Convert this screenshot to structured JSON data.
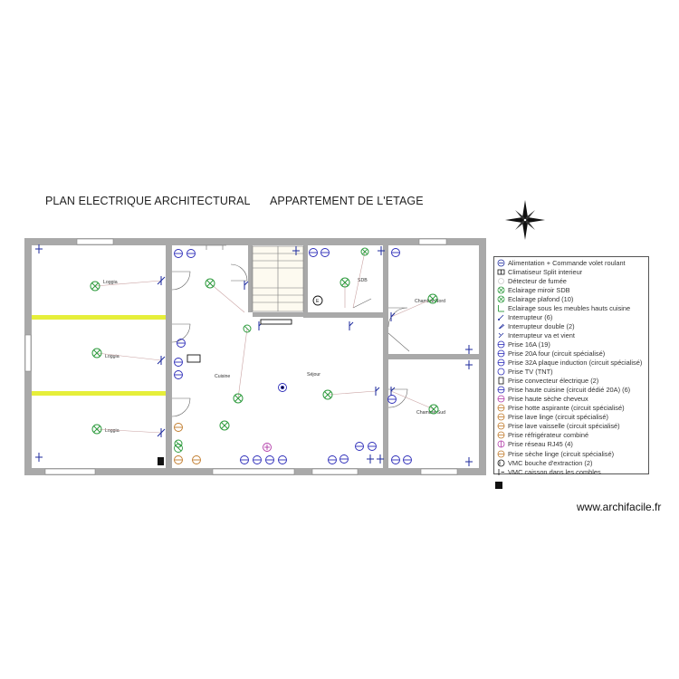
{
  "titles": {
    "left": "PLAN ELECTRIQUE ARCHITECTURAL",
    "right": "APPARTEMENT DE L'ETAGE"
  },
  "rooms": {
    "loggia_1": "Loggia",
    "loggia_2": "Loggia",
    "loggia_3": "Loggia",
    "cuisine": "Cuisine",
    "sejour": "Séjour",
    "sdb": "SDB",
    "chambre_nord": "Chambre Nord",
    "chambre_sud": "Chambre Sud"
  },
  "colors": {
    "wall": "#a9a9a9",
    "light_fixture": "#2e9b3e",
    "switch": "#1c2a9e",
    "socket": "#2a2ab8",
    "special_socket": "#b23aa8",
    "highlight": "#e6ef3a",
    "oven_socket": "#c07a2a"
  },
  "compass": {
    "icon": "compass-rose-icon"
  },
  "legend": {
    "items": [
      {
        "label": "Alimentation + Commande volet roulant",
        "icon": "shutter-supply-icon"
      },
      {
        "label": "Climatiseur Split interieur",
        "icon": "split-ac-icon"
      },
      {
        "label": "Détecteur de fumée",
        "icon": "smoke-detector-icon"
      },
      {
        "label": "Eclairage miroir SDB",
        "icon": "mirror-light-icon"
      },
      {
        "label": "Eclairage plafond (10)",
        "icon": "ceiling-light-icon"
      },
      {
        "label": "Eclairage sous les meubles hauts cuisine",
        "icon": "under-cabinet-light-icon"
      },
      {
        "label": "Interrupteur (6)",
        "icon": "switch-icon"
      },
      {
        "label": "Interrupteur double (2)",
        "icon": "double-switch-icon"
      },
      {
        "label": "Interrupteur va et vient",
        "icon": "two-way-switch-icon"
      },
      {
        "label": "Prise 16A (19)",
        "icon": "socket-16a-icon"
      },
      {
        "label": "Prise 20A four (circuit spécialisé)",
        "icon": "oven-socket-icon"
      },
      {
        "label": "Prise 32A plaque induction (circuit spécialisé)",
        "icon": "induction-socket-icon"
      },
      {
        "label": "Prise TV (TNT)",
        "icon": "tv-socket-icon"
      },
      {
        "label": "Prise convecteur électrique (2)",
        "icon": "convector-socket-icon"
      },
      {
        "label": "Prise haute cuisine (circuit dédié 20A) (6)",
        "icon": "kitchen-high-socket-icon"
      },
      {
        "label": "Prise haute sèche cheveux",
        "icon": "hairdryer-socket-icon"
      },
      {
        "label": "Prise hotte aspirante (circuit spécialisé)",
        "icon": "hood-socket-icon"
      },
      {
        "label": "Prise lave linge (circuit spécialisé)",
        "icon": "washing-machine-socket-icon"
      },
      {
        "label": "Prise lave vaisselle (circuit spécialisé)",
        "icon": "dishwasher-socket-icon"
      },
      {
        "label": "Prise réfrigérateur combiné",
        "icon": "fridge-socket-icon"
      },
      {
        "label": "Prise réseau RJ45 (4)",
        "icon": "rj45-socket-icon"
      },
      {
        "label": "Prise sèche linge (circuit spécialisé)",
        "icon": "dryer-socket-icon"
      },
      {
        "label": "VMC bouche d'extraction (2)",
        "icon": "vmc-vent-icon"
      },
      {
        "label": "VMC caisson dans les combles",
        "icon": "vmc-box-icon"
      }
    ]
  },
  "watermark": "www.archifacile.fr"
}
